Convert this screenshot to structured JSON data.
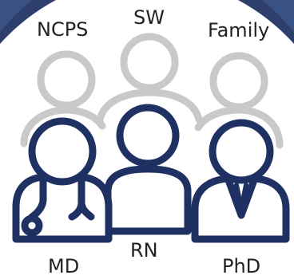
{
  "colors": {
    "background_ring": "#2e3f6e",
    "foreground_stroke": "#1f3163",
    "background_stroke": "#c9c9c9",
    "text": "#222222"
  },
  "labels": {
    "ncps": "NCPS",
    "sw": "SW",
    "family": "Family",
    "rn": "RN",
    "md": "MD",
    "phd": "PhD"
  }
}
